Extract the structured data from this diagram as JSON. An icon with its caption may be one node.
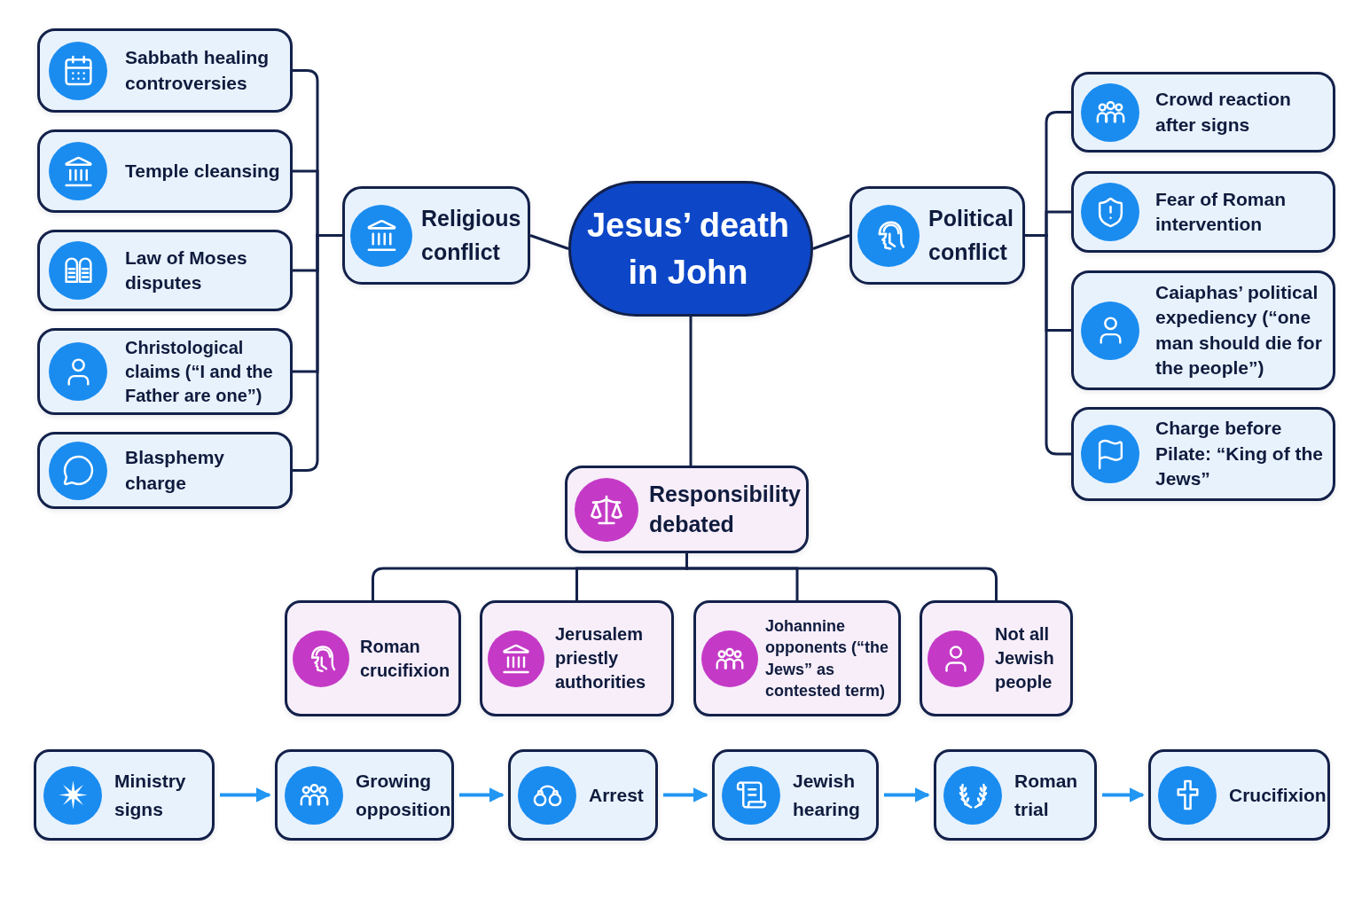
{
  "diagram": {
    "nodes": [
      {
        "text": [
          "Jesus’ death in John"
        ]
      },
      {
        "text": [
          "Religious conflict"
        ]
      },
      {
        "text": [
          "Sabbath healing controversies"
        ]
      },
      {
        "text": [
          "Temple cleansing"
        ]
      },
      {
        "text": [
          "Law of Moses disputes"
        ]
      },
      {
        "text": [
          "Christological claims (“I and the Father are one”)"
        ]
      },
      {
        "text": [
          "Blasphemy charge"
        ]
      },
      {
        "text": [
          "Political conflict"
        ]
      },
      {
        "text": [
          "Crowd reaction after signs"
        ]
      },
      {
        "text": [
          "Fear of Roman intervention"
        ]
      },
      {
        "text": [
          "Caiaphas’ political expediency (“one man should die for the people”)"
        ]
      },
      {
        "text": [
          "Charge before Pilate: “King of the Jews”"
        ]
      },
      {
        "text": [
          "Responsibility debated"
        ]
      },
      {
        "text": [
          "Roman crucifixion"
        ]
      },
      {
        "text": [
          "Jerusalem priestly authorities"
        ]
      },
      {
        "text": [
          "Johannine opponents (“the Jews” as contested term)"
        ]
      },
      {
        "text": [
          "Not all Jewish people"
        ]
      },
      {
        "text": [
          "Ministry signs"
        ]
      },
      {
        "text": [
          "Growing opposition"
        ]
      },
      {
        "text": [
          "Arrest"
        ]
      },
      {
        "text": [
          "Jewish hearing"
        ]
      },
      {
        "text": [
          "Roman trial"
        ]
      },
      {
        "text": [
          "Crucifixion"
        ]
      }
    ],
    "edges": [
      {
        "from": 0,
        "to": 1,
        "arrow": "none"
      },
      {
        "from": 0,
        "to": 7,
        "arrow": "none"
      },
      {
        "from": 0,
        "to": 12,
        "arrow": "none"
      },
      {
        "from": 1,
        "to": 2,
        "arrow": "none"
      },
      {
        "from": 1,
        "to": 3,
        "arrow": "none"
      },
      {
        "from": 1,
        "to": 4,
        "arrow": "none"
      },
      {
        "from": 1,
        "to": 5,
        "arrow": "none"
      },
      {
        "from": 1,
        "to": 6,
        "arrow": "none"
      },
      {
        "from": 7,
        "to": 8,
        "arrow": "none"
      },
      {
        "from": 7,
        "to": 9,
        "arrow": "none"
      },
      {
        "from": 7,
        "to": 10,
        "arrow": "none"
      },
      {
        "from": 7,
        "to": 11,
        "arrow": "none"
      },
      {
        "from": 12,
        "to": 13,
        "arrow": "none"
      },
      {
        "from": 12,
        "to": 14,
        "arrow": "none"
      },
      {
        "from": 12,
        "to": 15,
        "arrow": "none"
      },
      {
        "from": 12,
        "to": 16,
        "arrow": "none"
      },
      {
        "from": 17,
        "to": 18,
        "arrow": "to",
        "color": "#2196f3"
      },
      {
        "from": 18,
        "to": 19,
        "arrow": "to",
        "color": "#2196f3"
      },
      {
        "from": 19,
        "to": 20,
        "arrow": "to",
        "color": "#2196f3"
      },
      {
        "from": 20,
        "to": 21,
        "arrow": "to",
        "color": "#2196f3"
      },
      {
        "from": 21,
        "to": 22,
        "arrow": "to",
        "color": "#2196f3"
      }
    ]
  }
}
